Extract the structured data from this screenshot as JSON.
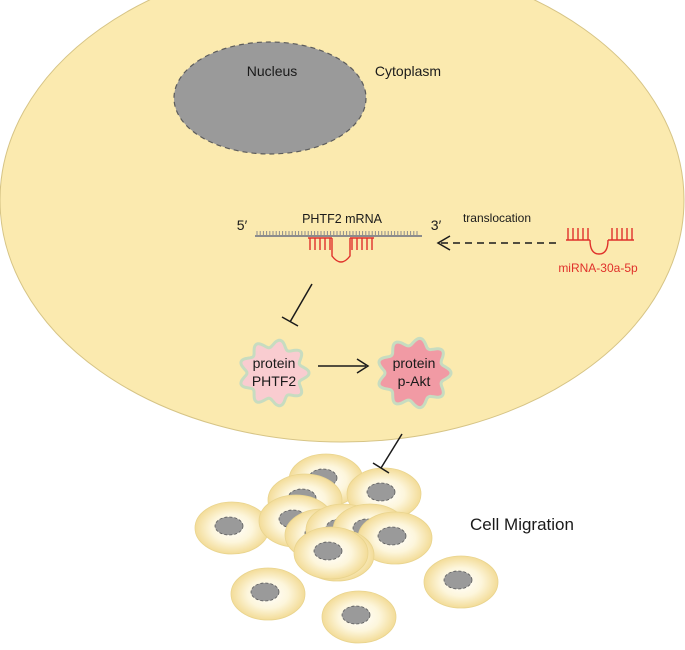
{
  "labels": {
    "nucleus": "Nucleus",
    "cytoplasm": "Cytoplasm",
    "prime5": "5′",
    "prime3": "3′",
    "mrna": "PHTF2 mRNA",
    "translocation": "translocation",
    "mirna": "miRNA-30a-5p",
    "protein1_line1": "protein",
    "protein1_line2": "PHTF2",
    "protein2_line1": "protein",
    "protein2_line2": "p-Akt",
    "cell_migration": "Cell Migration"
  },
  "colors": {
    "cell_fill": "#fbeaaf",
    "nucleus_fill": "#9a9a9a",
    "mirna_red": "#e0312b",
    "mrna_gray": "#8c8c8c",
    "protein_phtf2": "#f9ccd0",
    "protein_pakt": "#f19aa4",
    "protein_outline": "#c7dcc0",
    "migrating_cell": "#f8e7b8"
  }
}
